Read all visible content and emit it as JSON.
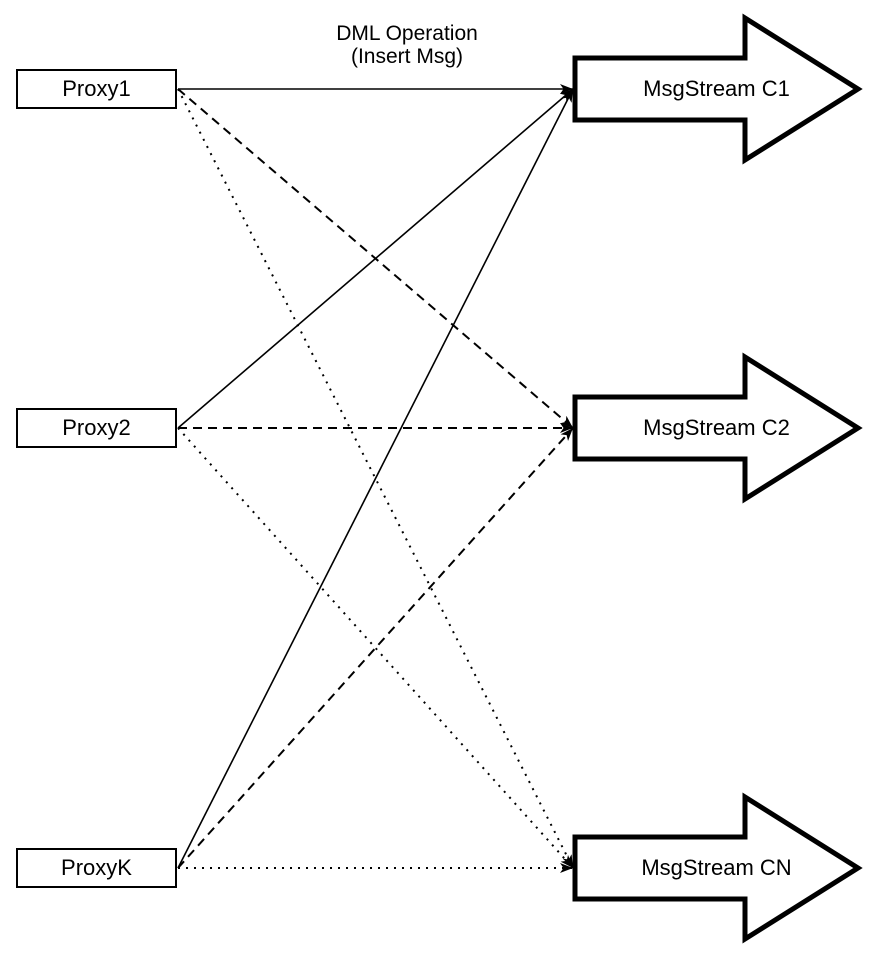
{
  "diagram": {
    "title_line1": "DML Operation",
    "title_line2": "(Insert Msg)",
    "proxies": [
      {
        "id": "proxy1",
        "label": "Proxy1"
      },
      {
        "id": "proxy2",
        "label": "Proxy2"
      },
      {
        "id": "proxyk",
        "label": "ProxyK"
      }
    ],
    "streams": [
      {
        "id": "c1",
        "label": "MsgStream C1"
      },
      {
        "id": "c2",
        "label": "MsgStream C2"
      },
      {
        "id": "cn",
        "label": "MsgStream CN"
      }
    ],
    "edges": [
      {
        "from": "proxy1",
        "to": "c1",
        "style": "solid"
      },
      {
        "from": "proxy1",
        "to": "c2",
        "style": "dashed"
      },
      {
        "from": "proxy1",
        "to": "cn",
        "style": "dotted"
      },
      {
        "from": "proxy2",
        "to": "c1",
        "style": "solid"
      },
      {
        "from": "proxy2",
        "to": "c2",
        "style": "dashed"
      },
      {
        "from": "proxy2",
        "to": "cn",
        "style": "dotted"
      },
      {
        "from": "proxyk",
        "to": "c1",
        "style": "solid"
      },
      {
        "from": "proxyk",
        "to": "c2",
        "style": "dashed"
      },
      {
        "from": "proxyk",
        "to": "cn",
        "style": "dotted"
      }
    ],
    "colors": {
      "line": "#000000",
      "fill": "#ffffff"
    }
  }
}
